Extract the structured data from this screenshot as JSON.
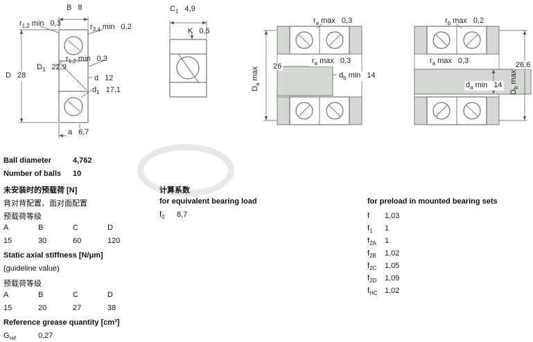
{
  "drawings": {
    "left": {
      "B": {
        "base": "B",
        "value": "8"
      },
      "r12_top": {
        "base": "r",
        "sub": "1,2",
        "suffix": "min",
        "value": "0,3"
      },
      "r34": {
        "base": "r",
        "sub": "3,4",
        "suffix": "min",
        "value": "0,2"
      },
      "D1": {
        "base": "D",
        "sub": "1",
        "value": "22,9"
      },
      "r12_inner": {
        "base": "r",
        "sub": "1,2",
        "suffix": "min",
        "value": "0,3"
      },
      "D": {
        "base": "D",
        "value": "28"
      },
      "d": {
        "base": "d",
        "value": "12"
      },
      "d1": {
        "base": "d",
        "sub": "1",
        "value": "17,1"
      },
      "a": {
        "base": "a",
        "value": "6,7"
      }
    },
    "middle": {
      "C1": {
        "base": "C",
        "sub": "1",
        "value": "4,9"
      },
      "K": {
        "base": "K",
        "value": "0,5"
      }
    },
    "right1": {
      "ra_top": {
        "base": "r",
        "sub": "a",
        "suffix": "max",
        "value": "0,3"
      },
      "Da": {
        "base": "D",
        "sub": "a",
        "suffix": "max",
        "value": "26"
      },
      "ra_mid": {
        "base": "r",
        "sub": "a",
        "suffix": "max",
        "value": "0,3"
      },
      "db": {
        "base": "d",
        "sub": "b",
        "suffix": "min",
        "value": "14"
      }
    },
    "right2": {
      "rb_top": {
        "base": "r",
        "sub": "b",
        "suffix": "max",
        "value": "0,2"
      },
      "ra_mid": {
        "base": "r",
        "sub": "a",
        "suffix": "max",
        "value": "0,3"
      },
      "Db": {
        "base": "D",
        "sub": "b",
        "suffix": "max",
        "value": "26,6"
      },
      "da": {
        "base": "d",
        "sub": "a",
        "suffix": "min",
        "value": "14"
      }
    }
  },
  "specs": {
    "ball_diameter_label": "Ball diameter",
    "ball_diameter_value": "4,762",
    "number_of_balls_label": "Number of balls",
    "number_of_balls_value": "10"
  },
  "preload": {
    "title": "未安装时的预载荷 [N]",
    "subtitle": "背对背配置、面对面配置",
    "class_label": "预载荷等级",
    "headers": [
      "A",
      "B",
      "C",
      "D"
    ],
    "values": [
      "15",
      "30",
      "60",
      "120"
    ]
  },
  "stiffness": {
    "title": "Static axial stiffness [N/μm]",
    "subtitle": "(guideline value)",
    "class_label": "预载荷等级",
    "headers": [
      "A",
      "B",
      "C",
      "D"
    ],
    "values": [
      "15",
      "20",
      "27",
      "38"
    ]
  },
  "grease": {
    "title": "Reference grease quantity [cm³]",
    "symbol": {
      "base": "G",
      "sub": "ref"
    },
    "value": "0,27"
  },
  "calc": {
    "title": "计算系数",
    "subtitle": "for equivalent bearing load",
    "f0": {
      "base": "f",
      "sub": "0",
      "value": "8,7"
    }
  },
  "factors": {
    "title": "for preload in mounted bearing sets",
    "rows": [
      {
        "base": "f",
        "sub": "",
        "value": "1,03"
      },
      {
        "base": "f",
        "sub": "1",
        "value": "1"
      },
      {
        "base": "f",
        "sub": "2A",
        "value": "1"
      },
      {
        "base": "f",
        "sub": "2B",
        "value": "1,02"
      },
      {
        "base": "f",
        "sub": "2C",
        "value": "1,05"
      },
      {
        "base": "f",
        "sub": "2D",
        "value": "1,09"
      },
      {
        "base": "f",
        "sub": "HC",
        "value": "1,02"
      }
    ]
  },
  "colors": {
    "line": "#555555",
    "housing_gray": "#d3d8d3"
  }
}
